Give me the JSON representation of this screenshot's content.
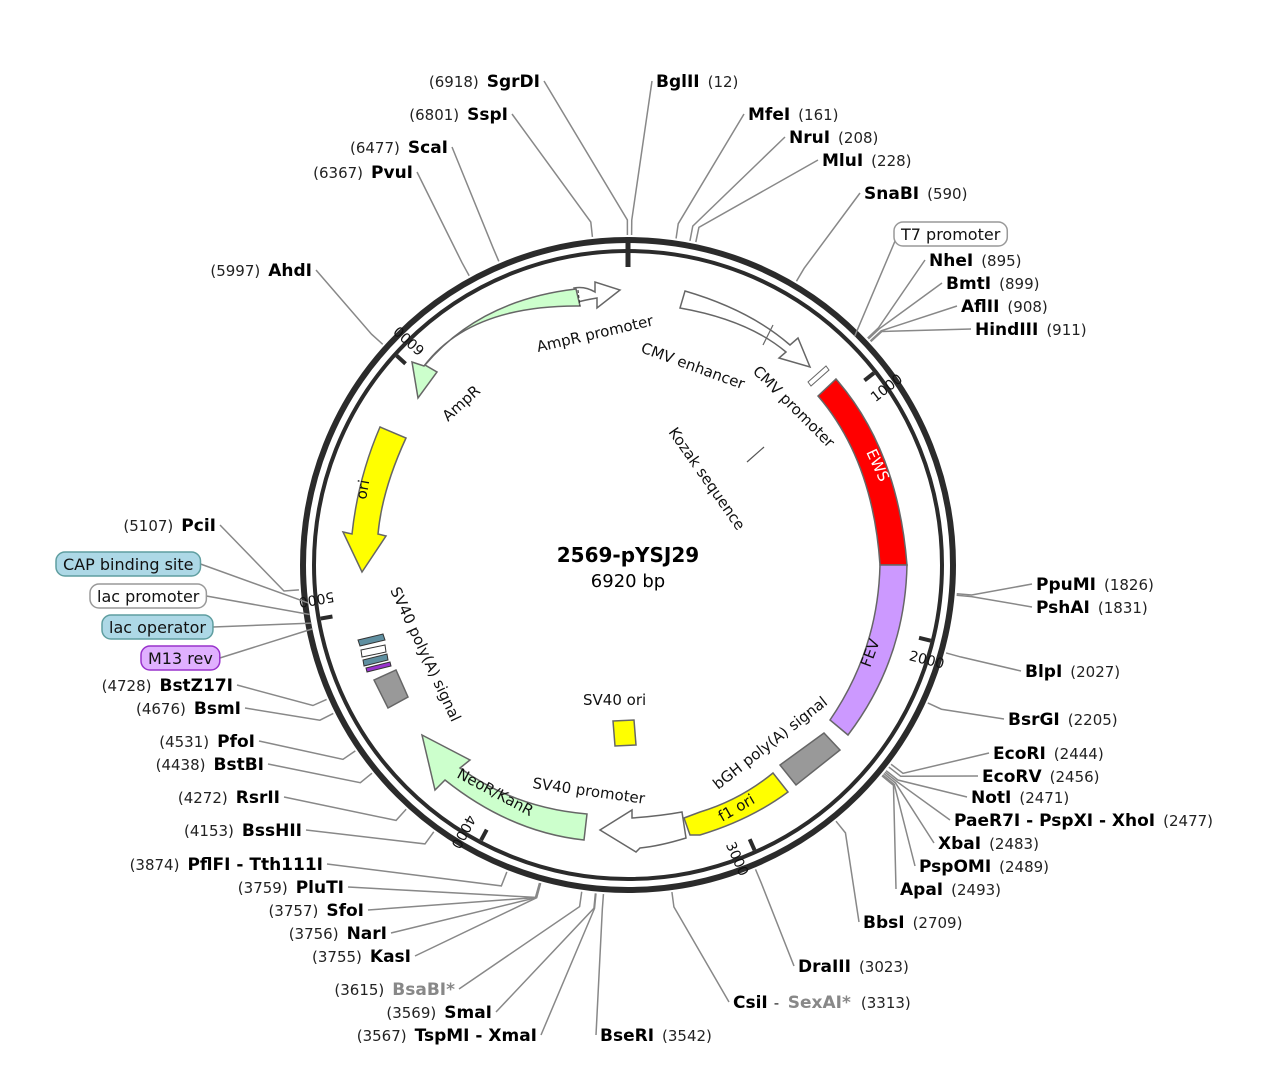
{
  "plasmid": {
    "name": "2569-pYSJ29",
    "size_label": "6920 bp",
    "total_bp": 6920
  },
  "ruler": [
    {
      "bp": 1000,
      "label": "1000"
    },
    {
      "bp": 2000,
      "label": "2000"
    },
    {
      "bp": 3000,
      "label": "3000"
    },
    {
      "bp": 4000,
      "label": "4000"
    },
    {
      "bp": 5000,
      "label": "5000"
    },
    {
      "bp": 6000,
      "label": "6000"
    }
  ],
  "sites": [
    {
      "name": "SgrDI",
      "pos": "(6918)",
      "bp": 6918
    },
    {
      "name": "BglII",
      "pos": "(12)",
      "bp": 12
    },
    {
      "name": "SspI",
      "pos": "(6801)",
      "bp": 6801
    },
    {
      "name": "MfeI",
      "pos": "(161)",
      "bp": 161
    },
    {
      "name": "NruI",
      "pos": "(208)",
      "bp": 208
    },
    {
      "name": "ScaI",
      "pos": "(6477)",
      "bp": 6477
    },
    {
      "name": "MluI",
      "pos": "(228)",
      "bp": 228
    },
    {
      "name": "PvuI",
      "pos": "(6367)",
      "bp": 6367
    },
    {
      "name": "SnaBI",
      "pos": "(590)",
      "bp": 590
    },
    {
      "name": "AhdI",
      "pos": "(5997)",
      "bp": 5997
    },
    {
      "name": "NheI",
      "pos": "(895)",
      "bp": 895
    },
    {
      "name": "BmtI",
      "pos": "(899)",
      "bp": 899
    },
    {
      "name": "AflII",
      "pos": "(908)",
      "bp": 908
    },
    {
      "name": "HindIII",
      "pos": "(911)",
      "bp": 911
    },
    {
      "name": "PciI",
      "pos": "(5107)",
      "bp": 5107
    },
    {
      "name": "PpuMI",
      "pos": "(1826)",
      "bp": 1826
    },
    {
      "name": "PshAI",
      "pos": "(1831)",
      "bp": 1831
    },
    {
      "name": "BlpI",
      "pos": "(2027)",
      "bp": 2027
    },
    {
      "name": "BstZ17I",
      "pos": "(4728)",
      "bp": 4728
    },
    {
      "name": "BsmI",
      "pos": "(4676)",
      "bp": 4676
    },
    {
      "name": "BsrGI",
      "pos": "(2205)",
      "bp": 2205
    },
    {
      "name": "PfoI",
      "pos": "(4531)",
      "bp": 4531
    },
    {
      "name": "EcoRI",
      "pos": "(2444)",
      "bp": 2444
    },
    {
      "name": "BstBI",
      "pos": "(4438)",
      "bp": 4438
    },
    {
      "name": "EcoRV",
      "pos": "(2456)",
      "bp": 2456
    },
    {
      "name": "RsrII",
      "pos": "(4272)",
      "bp": 4272
    },
    {
      "name": "NotI",
      "pos": "(2471)",
      "bp": 2471
    },
    {
      "name": "PaeR7I - PspXI - XhoI",
      "pos": "(2477)",
      "bp": 2477
    },
    {
      "name": "BssHII",
      "pos": "(4153)",
      "bp": 4153
    },
    {
      "name": "XbaI",
      "pos": "(2483)",
      "bp": 2483
    },
    {
      "name": "PflFI - Tth111I",
      "pos": "(3874)",
      "bp": 3874
    },
    {
      "name": "PspOMI",
      "pos": "(2489)",
      "bp": 2489
    },
    {
      "name": "PluTI",
      "pos": "(3759)",
      "bp": 3759
    },
    {
      "name": "ApaI",
      "pos": "(2493)",
      "bp": 2493
    },
    {
      "name": "SfoI",
      "pos": "(3757)",
      "bp": 3757
    },
    {
      "name": "BbsI",
      "pos": "(2709)",
      "bp": 2709
    },
    {
      "name": "NarI",
      "pos": "(3756)",
      "bp": 3756
    },
    {
      "name": "KasI",
      "pos": "(3755)",
      "bp": 3755
    },
    {
      "name": "DraIII",
      "pos": "(3023)",
      "bp": 3023
    },
    {
      "name": "BsaBI*",
      "pos": "(3615)",
      "bp": 3615,
      "grey": true
    },
    {
      "name": "CsiI",
      "name2": "SexAI*",
      "pos": "(3313)",
      "bp": 3313
    },
    {
      "name": "SmaI",
      "pos": "(3569)",
      "bp": 3569
    },
    {
      "name": "TspMI - XmaI",
      "pos": "(3567)",
      "bp": 3567
    },
    {
      "name": "BseRI",
      "pos": "(3542)",
      "bp": 3542
    }
  ],
  "boxed_features": [
    {
      "label": "T7 promoter",
      "color": "#ffffff",
      "stroke": "#999999"
    },
    {
      "label": "CAP binding site",
      "color": "#add8e6",
      "stroke": "#5f9ea0"
    },
    {
      "label": "lac promoter",
      "color": "#ffffff",
      "stroke": "#999999"
    },
    {
      "label": "lac operator",
      "color": "#add8e6",
      "stroke": "#5f9ea0"
    },
    {
      "label": "M13 rev",
      "color": "#e0b0ff",
      "stroke": "#9932cc"
    }
  ],
  "features": [
    {
      "label": "AmpR promoter",
      "color": "#ffffff"
    },
    {
      "label": "AmpR",
      "color": "#ccffcc"
    },
    {
      "label": "CMV enhancer",
      "color": "#ffffff"
    },
    {
      "label": "CMV promoter",
      "color": "#ffffff"
    },
    {
      "label": "Kozak sequence",
      "color": "#ffffff"
    },
    {
      "label": "EWS",
      "color": "#ff0000"
    },
    {
      "label": "FEV",
      "color": "#cc99ff"
    },
    {
      "label": "ori",
      "color": "#ffff00"
    },
    {
      "label": "SV40 poly(A) signal",
      "color": "#999999"
    },
    {
      "label": "SV40 ori",
      "color": "#ffff00"
    },
    {
      "label": "bGH poly(A) signal",
      "color": "#999999"
    },
    {
      "label": "f1 ori",
      "color": "#ffff00"
    },
    {
      "label": "SV40 promoter",
      "color": "#ffffff"
    },
    {
      "label": "NeoR/KanR",
      "color": "#ccffcc"
    }
  ]
}
